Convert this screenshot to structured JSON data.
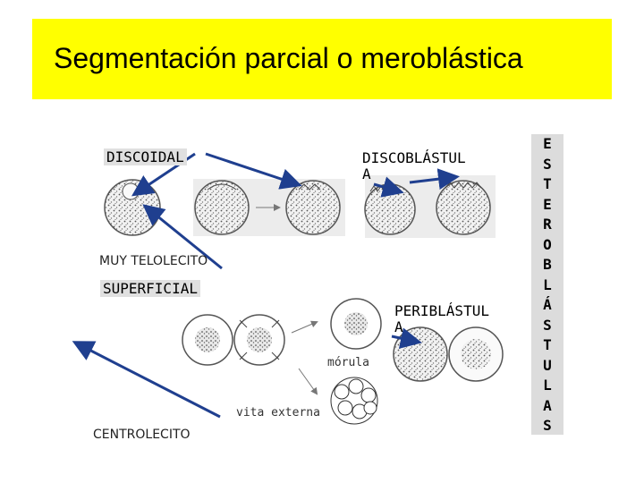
{
  "title": "Segmentación parcial o meroblástica",
  "labels": {
    "discoidal": "DISCOIDAL",
    "discoblastula": "DISCOBLÁSTUL\nA",
    "muy_telolecito": "MUY TELOLECITO",
    "superficial": "SUPERFICIAL",
    "periblastula": "PERIBLÁSTUL\nA",
    "morula": "mórula",
    "vita_externa": "vita externa",
    "centrolecito": "CENTROLECITO"
  },
  "side_word": [
    "E",
    "S",
    "T",
    "E",
    "R",
    "O",
    "B",
    "L",
    "Á",
    "S",
    "T",
    "U",
    "L",
    "A",
    "S"
  ],
  "colors": {
    "title_bg": "#ffff00",
    "arrow": "#1f3f8f"
  }
}
